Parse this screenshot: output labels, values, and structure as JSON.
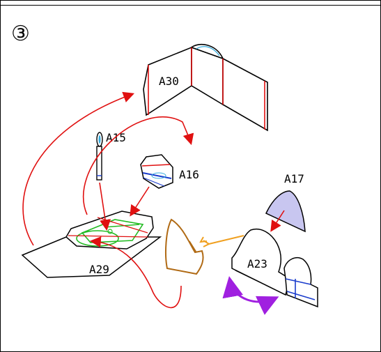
{
  "step": {
    "number": "③"
  },
  "parts": {
    "a30": "A30",
    "a15": "A15",
    "a16": "A16",
    "a17": "A17",
    "a29": "A29",
    "a23": "A23"
  },
  "colors": {
    "outline": "#000000",
    "arrow_red": "#e01010",
    "fold_line": "#e01010",
    "green": "#22bb22",
    "blue": "#1a3ccc",
    "cyan": "#33aadd",
    "brown": "#b06a14",
    "orange": "#f0a020",
    "lavender": "#c8c6f0",
    "purple": "#a020e0"
  }
}
